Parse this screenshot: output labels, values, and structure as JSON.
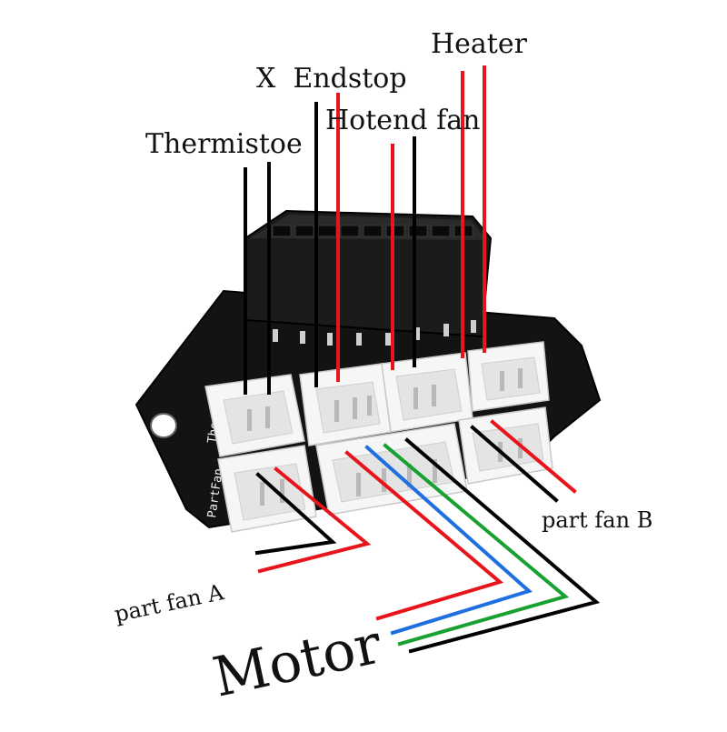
{
  "labels": {
    "heater": "Heater",
    "x_endstop": "X  Endstop",
    "hotend_fan": "Hotend fan",
    "thermistor": "Thermistoe",
    "part_fan_a": "part fan A",
    "part_fan_b": "part fan B",
    "motor": "Motor"
  },
  "silkscreen": {
    "therm": "Therm",
    "partfan": "PartFan"
  },
  "wire_colors": {
    "black": "#000000",
    "red": "#e8141c",
    "blue": "#1f6fe0",
    "green": "#18a030"
  },
  "board_color": "#131313"
}
